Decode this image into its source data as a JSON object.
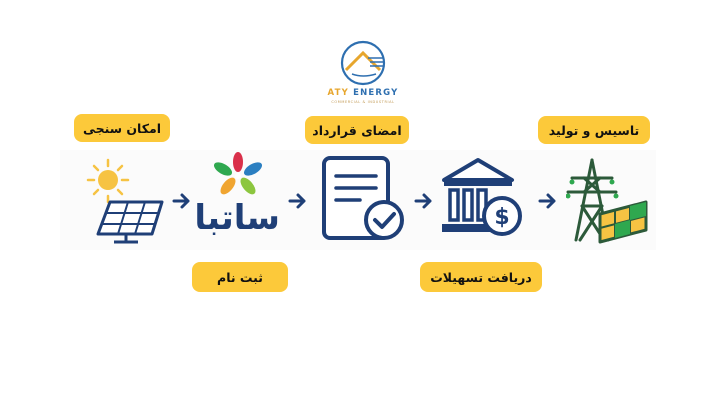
{
  "logo": {
    "brand_aty": "ATY",
    "brand_energy": "ENERGY",
    "tagline": "COMMERCIAL & INDUSTRIAL"
  },
  "steps": {
    "feasibility": "امکان سنجی",
    "registration": "ثبت نام",
    "contract": "امضای قرارداد",
    "facilities": "دریافت تسهیلات",
    "build": "تاسیس و تولید"
  },
  "satba_logo_text": "ساتبا",
  "colors": {
    "accent_yellow": "#fcc93a",
    "navy": "#1f3f77",
    "green": "#2fa84f",
    "red": "#d9304a",
    "blue": "#2b7fc1",
    "sun": "#f6c343"
  },
  "icons": [
    "sun-solar-panel-icon",
    "satba-flower-logo",
    "contract-check-icon",
    "bank-coin-icon",
    "pylon-solar-icon",
    "arrow-right-icon"
  ]
}
